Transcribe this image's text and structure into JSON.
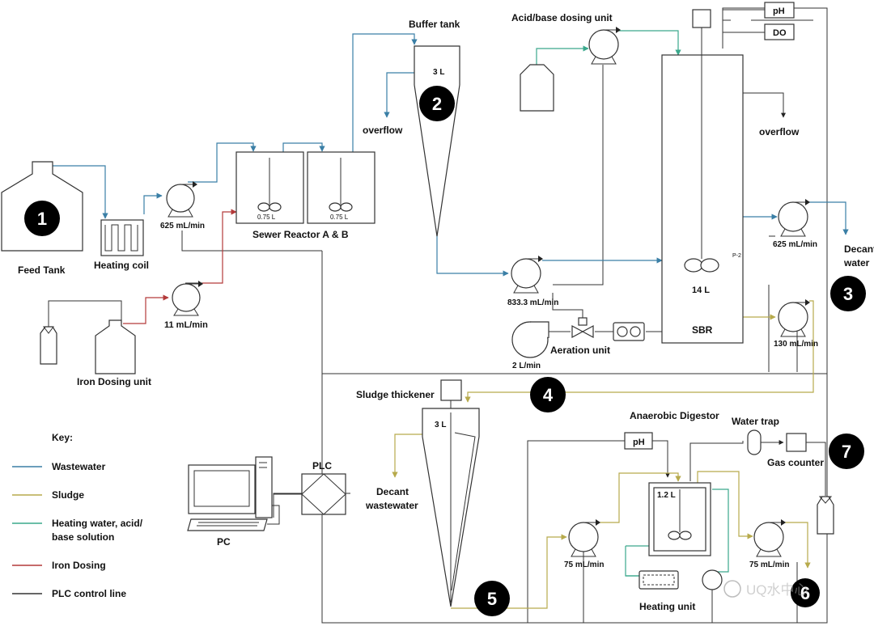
{
  "labels": {
    "feed_tank": "Feed Tank",
    "heating_coil": "Heating coil",
    "pump_feed_rate": "625 mL/min",
    "pump_iron_rate": "11 mL/min",
    "iron_dosing_unit": "Iron Dosing unit",
    "reactor_a_vol": "0.75 L",
    "reactor_b_vol": "0.75 L",
    "sewer_reactor": "Sewer Reactor A & B",
    "buffer_tank": "Buffer tank",
    "buffer_vol": "3 L",
    "overflow_1": "overflow",
    "acid_base_unit": "Acid/base dosing unit",
    "ph_sbr": "pH",
    "do_sbr": "DO",
    "overflow_2": "overflow",
    "pump_decant_rate": "625 mL/min",
    "decant_water_1": "Decant",
    "decant_water_2": "water",
    "p2": "P-2",
    "sbr_vol": "14 L",
    "sbr": "SBR",
    "pump_sbr_rate": "833.3 mL/min",
    "aeration_unit": "Aeration unit",
    "air_rate": "2 L/min",
    "pump_sludge_rate": "130 mL/min",
    "sludge_thickener": "Sludge thickener",
    "thickener_vol": "3 L",
    "decant_ww_1": "Decant",
    "decant_ww_2": "wastewater",
    "anaerobic_digestor": "Anaerobic Digestor",
    "water_trap": "Water trap",
    "ph_ad": "pH",
    "gas_counter": "Gas counter",
    "ad_vol": "1.2 L",
    "pump_ad_in_rate": "75 mL/min",
    "pump_ad_out_rate": "75 mL/min",
    "heating_unit": "Heating unit",
    "plc": "PLC",
    "pc": "PC",
    "watermark": "UQ水中心"
  },
  "badges": [
    "1",
    "2",
    "3",
    "4",
    "5",
    "6",
    "7"
  ],
  "key": {
    "title": "Key:",
    "items": [
      {
        "label": "Wastewater",
        "color": "#3a7fa6"
      },
      {
        "label": "Sludge",
        "color": "#b7aa4c"
      },
      {
        "label": "Heating water, acid/",
        "label2": "base solution",
        "color": "#3aa88c"
      },
      {
        "label": "Iron Dosing",
        "color": "#b33a3a"
      },
      {
        "label": "PLC control line",
        "color": "#333333"
      }
    ]
  }
}
